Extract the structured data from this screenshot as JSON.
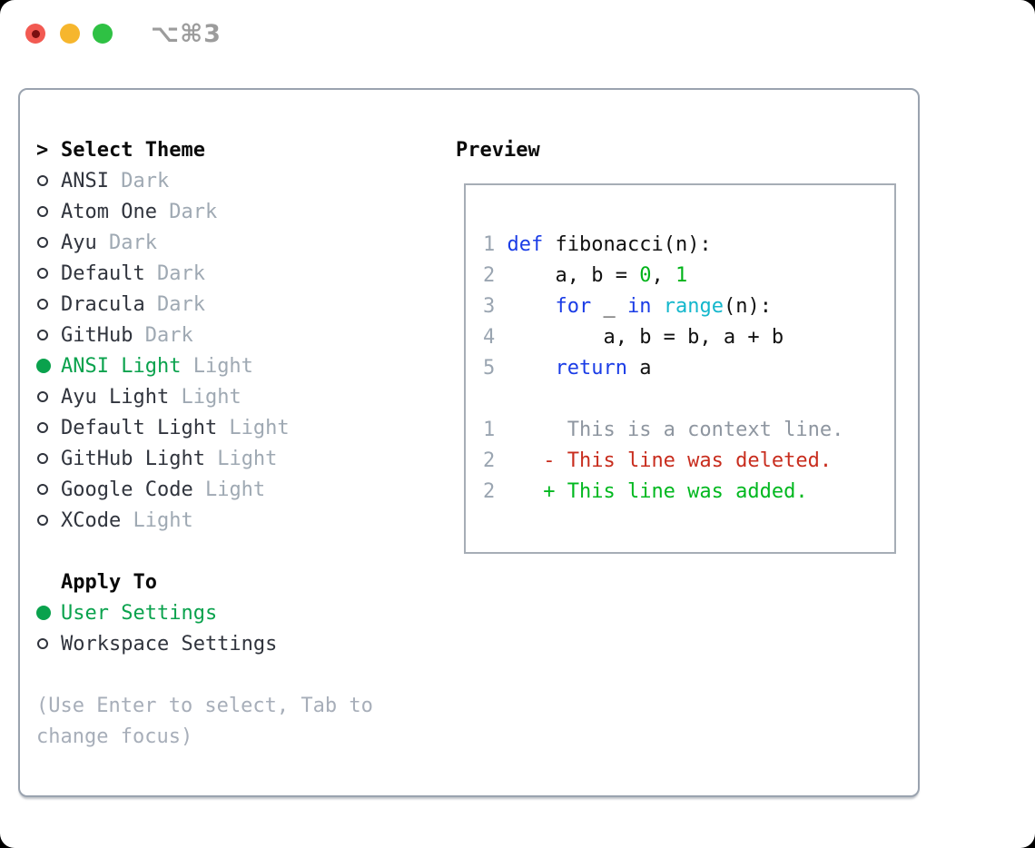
{
  "window": {
    "shortcut": "⌥⌘3",
    "traffic_lights": [
      {
        "name": "close",
        "color": "#f25a52"
      },
      {
        "name": "minimize",
        "color": "#f6b62d"
      },
      {
        "name": "zoom",
        "color": "#2fc144"
      }
    ]
  },
  "theme_panel": {
    "title_marker": ">",
    "title": "Select Theme",
    "themes": [
      {
        "name": "ANSI",
        "tag": "Dark",
        "selected": false
      },
      {
        "name": "Atom One",
        "tag": "Dark",
        "selected": false
      },
      {
        "name": "Ayu",
        "tag": "Dark",
        "selected": false
      },
      {
        "name": "Default",
        "tag": "Dark",
        "selected": false
      },
      {
        "name": "Dracula",
        "tag": "Dark",
        "selected": false
      },
      {
        "name": "GitHub",
        "tag": "Dark",
        "selected": false
      },
      {
        "name": "ANSI Light",
        "tag": "Light",
        "selected": true
      },
      {
        "name": "Ayu Light",
        "tag": "Light",
        "selected": false
      },
      {
        "name": "Default Light",
        "tag": "Light",
        "selected": false
      },
      {
        "name": "GitHub Light",
        "tag": "Light",
        "selected": false
      },
      {
        "name": "Google Code",
        "tag": "Light",
        "selected": false
      },
      {
        "name": "XCode",
        "tag": "Light",
        "selected": false
      }
    ],
    "apply_to": {
      "title": "Apply To",
      "options": [
        {
          "label": "User Settings",
          "selected": true
        },
        {
          "label": "Workspace Settings",
          "selected": false
        }
      ]
    },
    "hint_line1": "(Use Enter to select, Tab to",
    "hint_line2": "change focus)"
  },
  "preview": {
    "title": "Preview",
    "code_lines": [
      {
        "num": "1",
        "tokens": [
          {
            "t": "def",
            "c": "kw"
          },
          {
            "t": " fibonacci(n):",
            "c": "fg"
          }
        ]
      },
      {
        "num": "2",
        "tokens": [
          {
            "t": "    a, b = ",
            "c": "fg"
          },
          {
            "t": "0",
            "c": "num"
          },
          {
            "t": ", ",
            "c": "fg"
          },
          {
            "t": "1",
            "c": "num"
          }
        ]
      },
      {
        "num": "3",
        "tokens": [
          {
            "t": "    ",
            "c": "fg"
          },
          {
            "t": "for",
            "c": "kw"
          },
          {
            "t": " _ ",
            "c": "fg"
          },
          {
            "t": "in",
            "c": "kw"
          },
          {
            "t": " ",
            "c": "fg"
          },
          {
            "t": "range",
            "c": "fn"
          },
          {
            "t": "(n):",
            "c": "fg"
          }
        ]
      },
      {
        "num": "4",
        "tokens": [
          {
            "t": "        a, b = b, a + b",
            "c": "fg"
          }
        ]
      },
      {
        "num": "5",
        "tokens": [
          {
            "t": "    ",
            "c": "fg"
          },
          {
            "t": "return",
            "c": "kw"
          },
          {
            "t": " a",
            "c": "fg"
          }
        ]
      },
      {
        "num": "",
        "tokens": []
      },
      {
        "num": "1",
        "tokens": [
          {
            "t": "     This is a context line.",
            "c": "ctx"
          }
        ]
      },
      {
        "num": "2",
        "tokens": [
          {
            "t": "   - This line was deleted.",
            "c": "del"
          }
        ]
      },
      {
        "num": "2",
        "tokens": [
          {
            "t": "   + This line was added.",
            "c": "add"
          }
        ]
      }
    ]
  },
  "colors": {
    "accent_green": "#0aa24d",
    "keyword_blue": "#1a3ce6",
    "function_cyan": "#14b7cc",
    "number_green": "#00b319",
    "added_green": "#00b81f",
    "deleted_red": "#c82d1e",
    "muted_gray": "#9fa9b3",
    "text_dark": "#30343d",
    "panel_border": "#9aa3af",
    "line_number_gray": "#9aa5b1"
  }
}
